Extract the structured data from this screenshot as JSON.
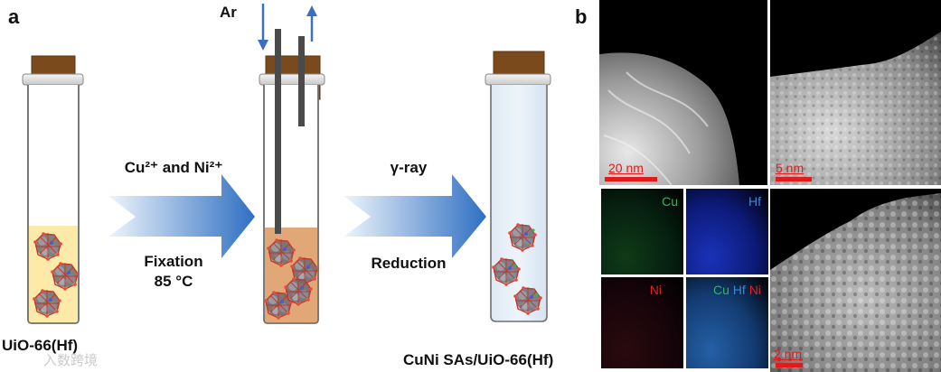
{
  "panel_a": {
    "letter": "a",
    "gas": "Ar",
    "step1_top": "Cu²⁺ and Ni²⁺",
    "step1_bottom_line1": "Fixation",
    "step1_bottom_line2": "85 °C",
    "step2_top": "γ-ray",
    "step2_bottom": "Reduction",
    "start_material": "UiO-66(Hf)",
    "product": "CuNi SAs/UiO-66(Hf)"
  },
  "panel_b": {
    "letter": "b",
    "scale_1": "20 nm",
    "scale_2": "5 nm",
    "scale_3": "2 nm",
    "map_cu": "Cu",
    "map_hf": "Hf",
    "map_ni": "Ni",
    "merge_cu": "Cu",
    "merge_hf": "Hf",
    "merge_ni": "Ni"
  },
  "colors": {
    "arrow_start": "#eaf3fb",
    "arrow_end": "#2f6fc2",
    "cork": "#7a4a1c",
    "solution_1": "#fde9a8",
    "solution_2": "#e2a777",
    "cu_green": "#2fb85a",
    "hf_blue": "#3d86d6",
    "ni_red": "#e02121",
    "flow_arrow": "#3a6fc4"
  },
  "watermark": "入数跨境"
}
